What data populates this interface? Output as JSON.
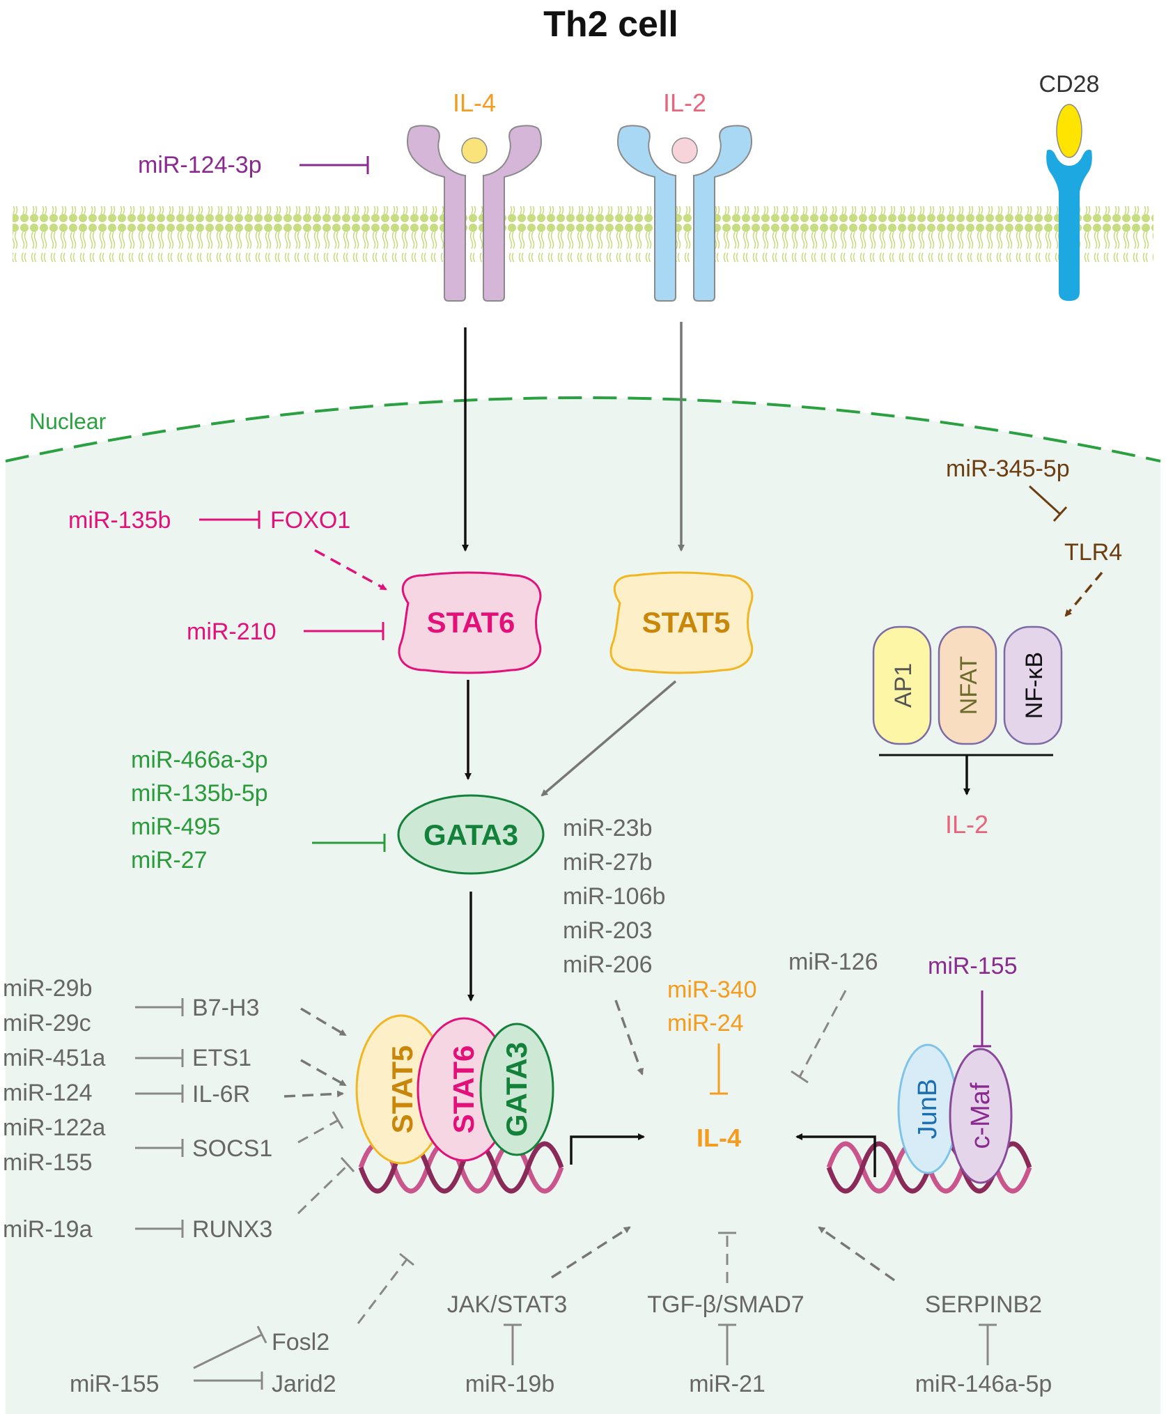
{
  "title": "Th2 cell",
  "ligands": {
    "il4": "IL-4",
    "il2": "IL-2",
    "cd28": "CD28"
  },
  "compartment": {
    "nuclear": "Nuclear"
  },
  "nodes": {
    "stat6": "STAT6",
    "stat5": "STAT5",
    "gata3": "GATA3",
    "foxo1": "FOXO1",
    "tlr4": "TLR4",
    "ap1": "AP1",
    "nfat": "NFAT",
    "nfkb": "NF-κB",
    "il2_out": "IL-2",
    "il4_out": "IL-4",
    "complex_stat5": "STAT5",
    "complex_stat6": "STAT6",
    "complex_gata3": "GATA3",
    "junb": "JunB",
    "cmaf": "c-Maf"
  },
  "mirnas": {
    "mir124_3p": "miR-124-3p",
    "mir135b": "miR-135b",
    "mir210": "miR-210",
    "mir345_5p": "miR-345-5p",
    "gata3_inhibitors": [
      "miR-466a-3p",
      "miR-135b-5p",
      "miR-495",
      "miR-27"
    ],
    "il4_dashed_group": [
      "miR-23b",
      "miR-27b",
      "miR-106b",
      "miR-203",
      "miR-206"
    ],
    "il4_direct": [
      "miR-340",
      "miR-24"
    ],
    "mir126": "miR-126",
    "mir155_cmaf": "miR-155",
    "left_group": [
      "miR-29b",
      "miR-29c",
      "miR-451a",
      "miR-124",
      "miR-122a",
      "miR-155",
      "miR-19a"
    ],
    "mir155_bottom": "miR-155",
    "mir19b": "miR-19b",
    "mir21": "miR-21",
    "mir146a_5p": "miR-146a-5p"
  },
  "targets": {
    "b7h3": "B7-H3",
    "ets1": "ETS1",
    "il6r": "IL-6R",
    "socs1": "SOCS1",
    "runx3": "RUNX3",
    "fosl2": "Fosl2",
    "jarid2": "Jarid2",
    "jakstat3": "JAK/STAT3",
    "tgfb_smad7": "TGF-β/SMAD7",
    "serpinb2": "SERPINB2"
  },
  "colors": {
    "membrane": "#c8dc82",
    "nucleus_fill": "#edf5f1",
    "nucleus_border": "#2aa040",
    "il4_receptor": "#d6b6d8",
    "il2_receptor": "#a8d8f4",
    "cd28_receptor": "#1ea8e2",
    "il4_text": "#f39c1f",
    "il2_text": "#e8647a",
    "stat6": "#e2117a",
    "stat5": "#c8860a",
    "gata3": "#13813a",
    "mir_purple": "#8a2a8f",
    "mir_pink": "#e2117a",
    "mir_brown": "#6b3d10",
    "mir_green": "#2a9a3a",
    "mir_grey": "#666666",
    "dna": "#c9558c"
  }
}
